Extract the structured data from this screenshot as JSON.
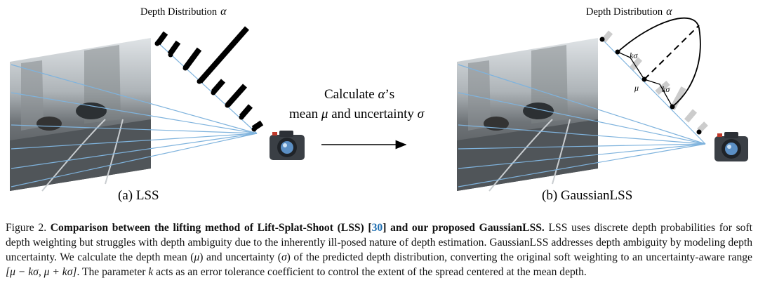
{
  "panel_a": {
    "depth_label": "Depth Distribution",
    "alpha": "α",
    "caption_label": "(a) LSS"
  },
  "panel_b": {
    "depth_label": "Depth Distribution",
    "alpha": "α",
    "caption_label": "(b) GaussianLSS",
    "mu": "μ",
    "k_sigma": "kσ"
  },
  "middle": {
    "line1_pre": "Calculate ",
    "line1_alpha": "α",
    "line1_post": "’s",
    "line2_pre": "mean ",
    "line2_mu": "μ",
    "line2_mid": " and uncertainty ",
    "line2_sigma": "σ"
  },
  "caption": {
    "prefix": "Figure 2. ",
    "bold_a": "Comparison between the lifting method of Lift-Splat-Shoot (LSS) [",
    "ref": "30",
    "bold_b": "] and our proposed GaussianLSS.",
    "text1": " LSS uses discrete depth probabilities for soft depth weighting but struggles with depth ambiguity due to the inherently ill-posed nature of depth estimation. GaussianLSS addresses depth ambiguity by modeling depth uncertainty.  We calculate the depth mean (",
    "mu": "μ",
    "text2": ") and uncertainty (",
    "sigma": "σ",
    "text3": ") of the predicted depth distribution, converting the original soft weighting to an uncertainty-aware range ",
    "range": "[μ − kσ, μ + kσ]",
    "text4": ". The parameter ",
    "k": "k",
    "text5": " acts as an error tolerance coefficient to control the extent of the spread centered at the mean depth."
  },
  "colors": {
    "ray": "#7fb3dd",
    "bar": "#000000",
    "gray_bar": "#cccccc",
    "ref": "#1f6fb2"
  }
}
